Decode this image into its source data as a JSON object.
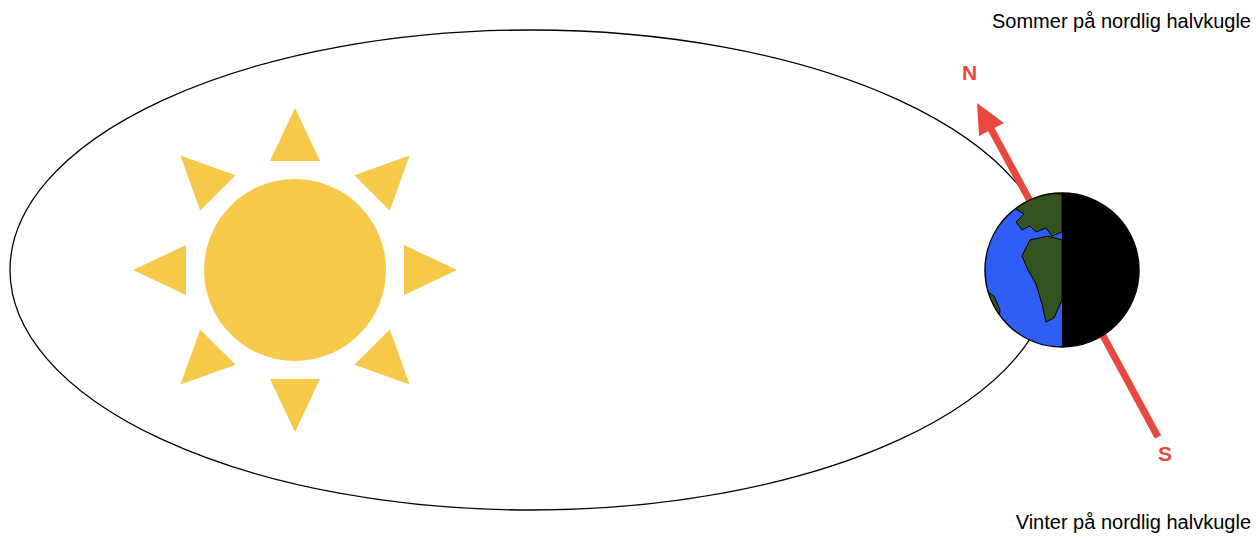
{
  "diagram": {
    "labels": [
      "Sommer på nordlig halvkugle",
      "N",
      "S",
      "Vinter på nordlig halvkugle"
    ]
  }
}
